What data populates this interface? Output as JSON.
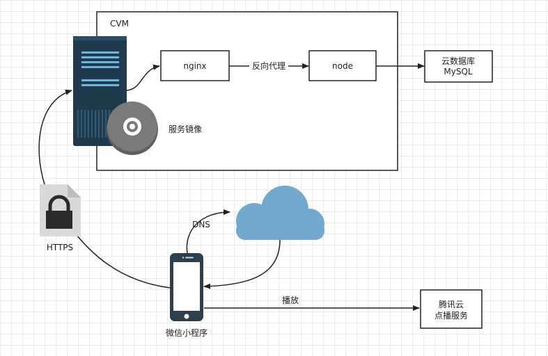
{
  "cvm": {
    "label": "CVM"
  },
  "nginx": {
    "label": "nginx"
  },
  "node": {
    "label": "node"
  },
  "proxy": {
    "label": "反向代理"
  },
  "db": {
    "line1": "云数据库",
    "line2": "MySQL"
  },
  "image": {
    "label": "服务镜像"
  },
  "https": {
    "label": "HTTPS"
  },
  "dns": {
    "label": "DNS"
  },
  "client": {
    "label": "微信小程序"
  },
  "play": {
    "label": "播放"
  },
  "vod": {
    "line1": "腾讯云",
    "line2": "点播服务"
  },
  "colors": {
    "server": "#1f3a4d",
    "cloud": "#73a9cd",
    "disc": "#7a7a7a",
    "lock_file": "#d9d9d9"
  },
  "icons": [
    "server-icon",
    "disc-icon",
    "lock-file-icon",
    "cloud-icon",
    "phone-icon"
  ]
}
